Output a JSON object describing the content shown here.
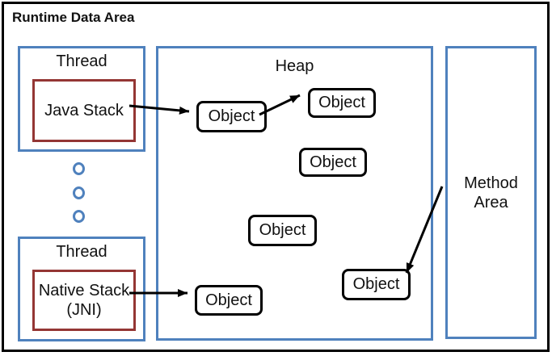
{
  "title": "Runtime Data Area",
  "colors": {
    "blue": "#4f81bd",
    "maroon": "#943634",
    "black": "#000000"
  },
  "threads": {
    "top_label": "Thread",
    "bottom_label": "Thread",
    "java_stack_label": "Java Stack",
    "native_stack_line1": "Native Stack",
    "native_stack_line2": "(JNI)"
  },
  "heap": {
    "label": "Heap",
    "objects": [
      "Object",
      "Object",
      "Object",
      "Object",
      "Object",
      "Object"
    ]
  },
  "method_area": {
    "line1": "Method",
    "line2": "Area"
  }
}
